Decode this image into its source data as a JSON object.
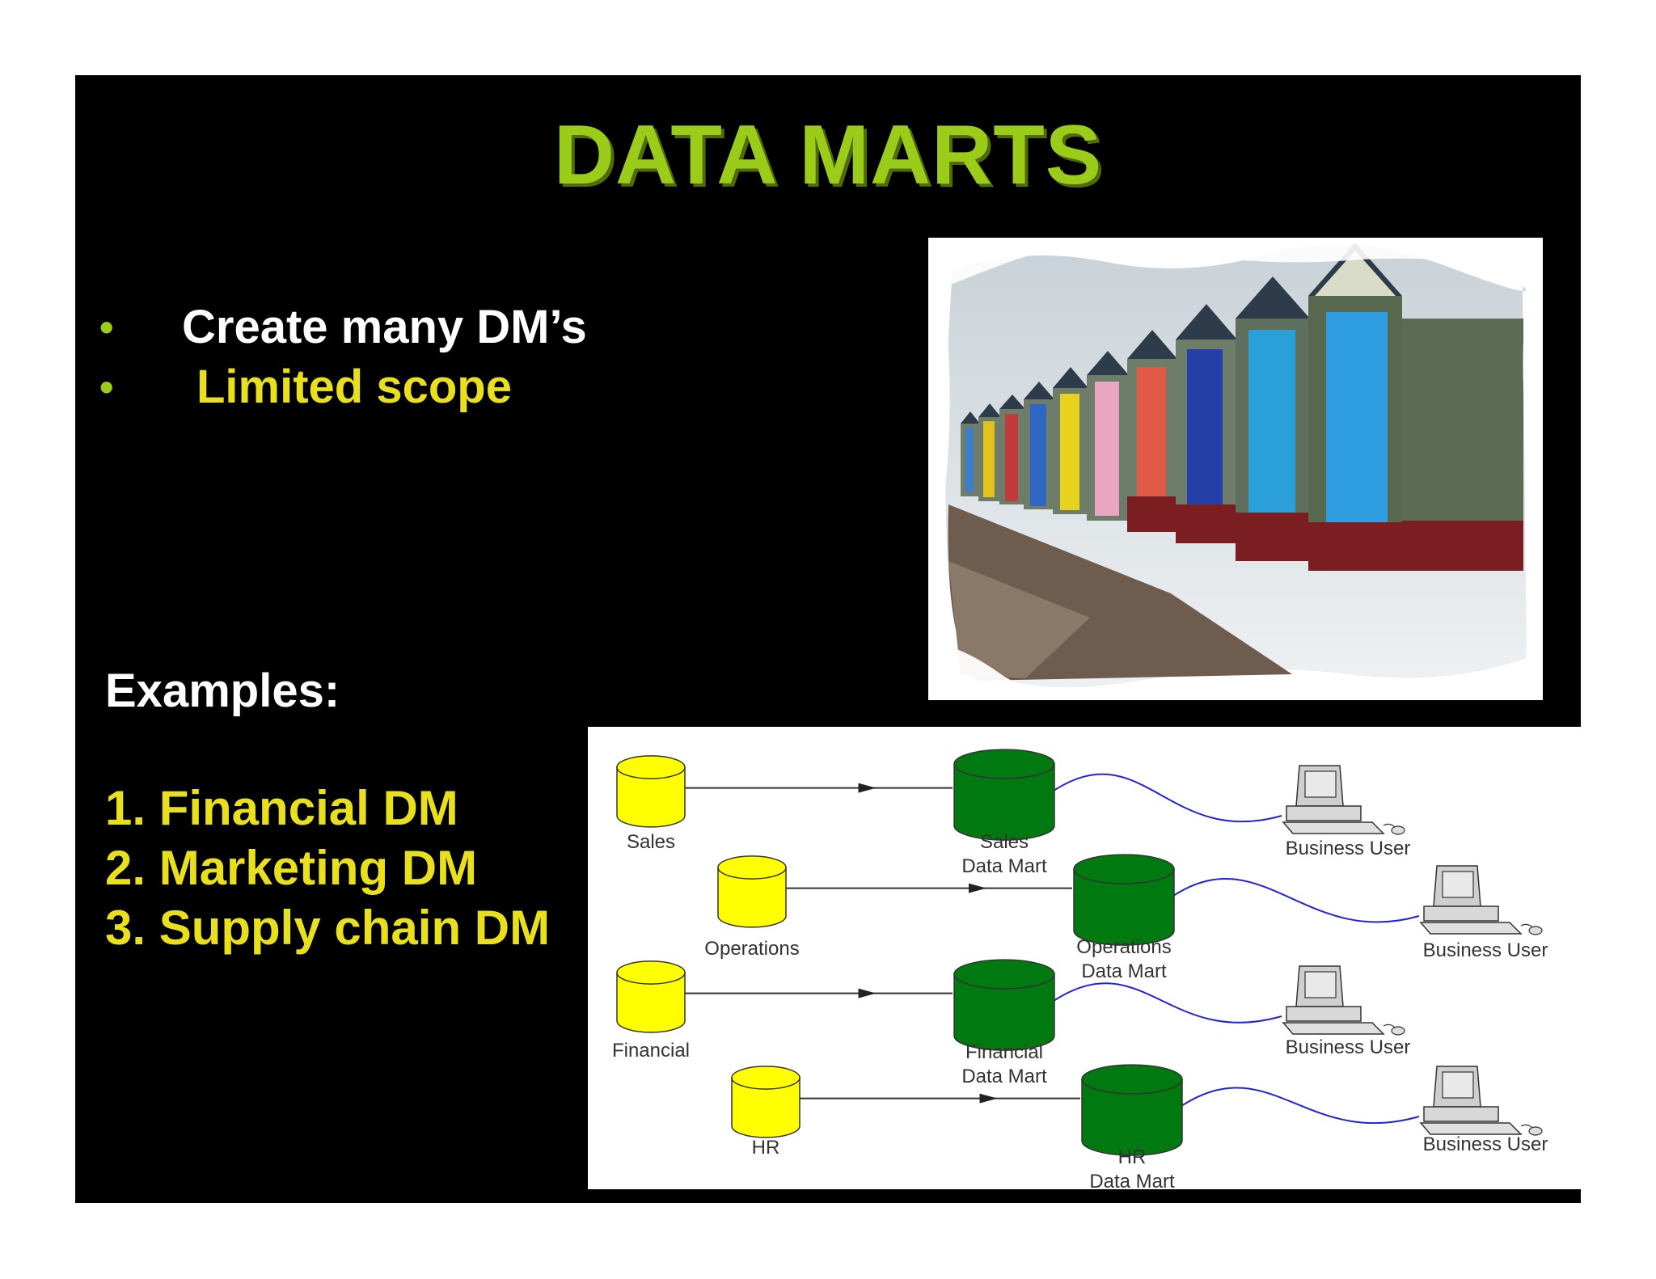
{
  "slide": {
    "title": "DATA MARTS",
    "bullets": [
      {
        "marker": "•",
        "text": "Create many DM’s"
      },
      {
        "marker": "•",
        "text": "Limited scope"
      }
    ],
    "examples_heading": "Examples:",
    "examples": [
      "1. Financial DM",
      "2. Marketing DM",
      "3. Supply chain DM"
    ]
  },
  "diagram": {
    "sources": [
      "Sales",
      "Operations",
      "Financial",
      "HR"
    ],
    "marts": [
      {
        "line1": "Sales",
        "line2": "Data Mart"
      },
      {
        "line1": "Operations",
        "line2": "Data Mart"
      },
      {
        "line1": "Financial",
        "line2": "Data Mart"
      },
      {
        "line1": "HR",
        "line2": "Data Mart"
      }
    ],
    "users": [
      "Business User",
      "Business User",
      "Business User",
      "Business User"
    ]
  },
  "colors": {
    "title": "#9ccc1a",
    "bullet_white": "#ffffff",
    "highlight_yellow": "#e9e01d",
    "source_db": "#ffff00",
    "mart_db": "#007a10",
    "connector": "#2222dd"
  }
}
